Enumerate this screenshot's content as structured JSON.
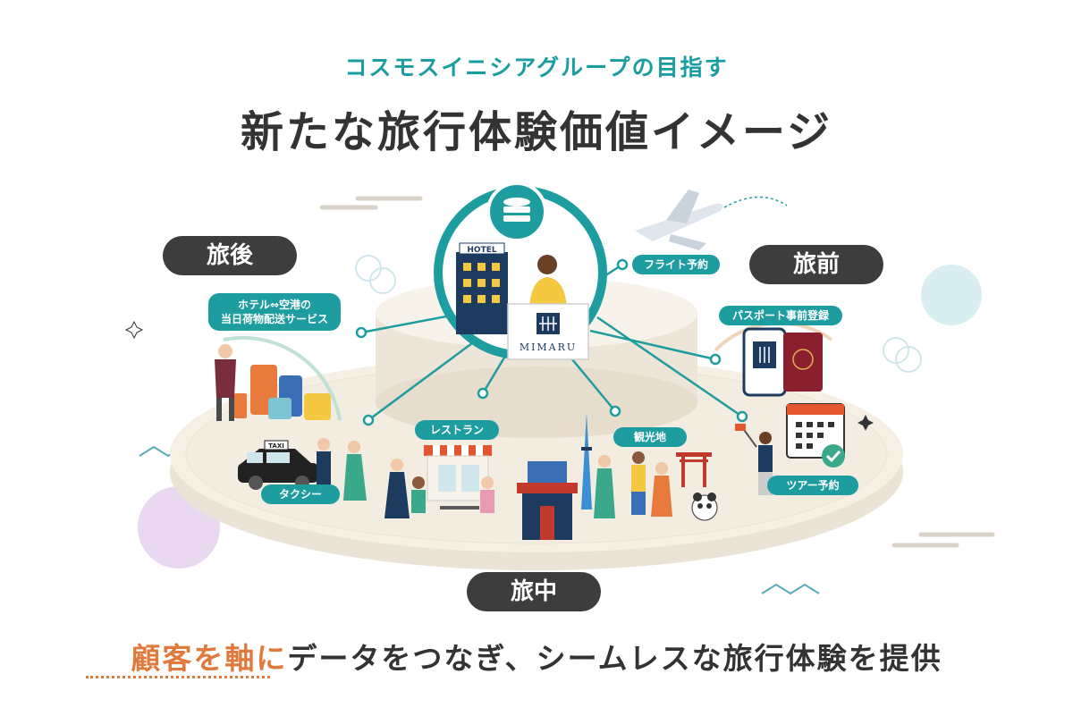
{
  "header": {
    "subtitle": "コスモスイニシアグループの目指す",
    "title": "新たな旅行体験価値イメージ"
  },
  "phases": {
    "after": "旅後",
    "before": "旅前",
    "during": "旅中"
  },
  "services": {
    "luggage": {
      "line1": "ホテル⇔空港の",
      "line2": "当日荷物配送サービス"
    },
    "flight": "フライト予約",
    "passport": "パスポート事前登録",
    "restaurant": "レストラン",
    "sightseeing": "観光地",
    "taxi": "タクシー",
    "tour": "ツアー予約"
  },
  "hub": {
    "hotel_sign": "HOTEL",
    "brand": "MIMARU",
    "taxi_sign": "TAXI"
  },
  "tagline": {
    "highlight": "顧客を軸に",
    "rest": "データをつなぎ、シームレスな旅行体験を提供"
  },
  "colors": {
    "teal": "#1e9da0",
    "dark": "#3d3d3d",
    "accent": "#e07a3c",
    "platform": "#f3ece0"
  }
}
